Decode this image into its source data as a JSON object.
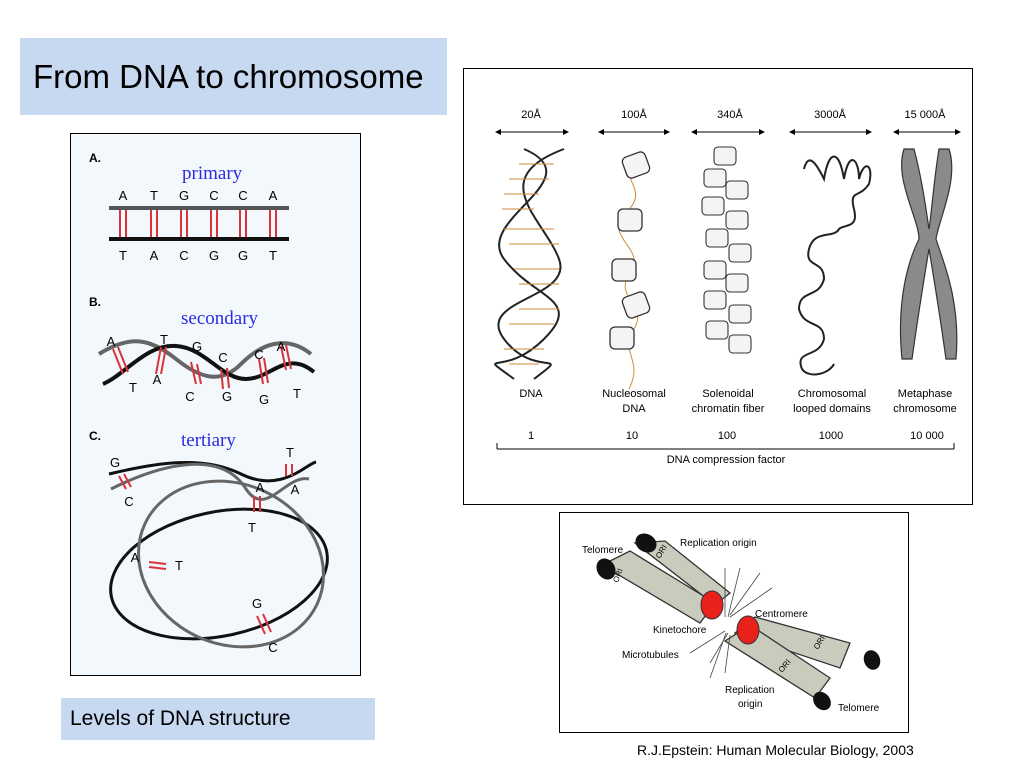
{
  "title": "From DNA to chromosome",
  "caption": "Levels of DNA structure",
  "citation": "R.J.Epstein: Human Molecular Biology, 2003",
  "levels_panel": {
    "primary": {
      "letter": "A.",
      "label": "primary",
      "top_bases": [
        "A",
        "T",
        "G",
        "C",
        "C",
        "A"
      ],
      "bottom_bases": [
        "T",
        "A",
        "C",
        "G",
        "G",
        "T"
      ]
    },
    "secondary": {
      "letter": "B.",
      "label": "secondary",
      "top_bases": [
        "A",
        "T",
        "G",
        "C",
        "C",
        "A"
      ],
      "bottom_bases": [
        "T",
        "A",
        "C",
        "G",
        "G",
        "T"
      ]
    },
    "tertiary": {
      "letter": "C.",
      "label": "tertiary",
      "pairs": [
        [
          "G",
          "C"
        ],
        [
          "T",
          "A"
        ],
        [
          "A",
          "T"
        ],
        [
          "A",
          "T"
        ],
        [
          "G",
          "C"
        ]
      ]
    }
  },
  "compression_panel": {
    "columns": [
      {
        "scale": "20Å",
        "label_line1": "DNA",
        "label_line2": "",
        "factor": "1"
      },
      {
        "scale": "100Å",
        "label_line1": "Nucleosomal",
        "label_line2": "DNA",
        "factor": "10"
      },
      {
        "scale": "340Å",
        "label_line1": "Solenoidal",
        "label_line2": "chromatin fiber",
        "factor": "100"
      },
      {
        "scale": "3000Å",
        "label_line1": "Chromosomal",
        "label_line2": "looped domains",
        "factor": "1000"
      },
      {
        "scale": "15 000Å",
        "label_line1": "Metaphase",
        "label_line2": "chromosome",
        "factor": "10 000"
      }
    ],
    "axis_label": "DNA compression factor"
  },
  "chromosome_panel": {
    "labels": {
      "telomere_left": "Telomere",
      "replication_origin_top": "Replication origin",
      "centromere": "Centromere",
      "kinetochore": "Kinetochore",
      "microtubules": "Microtubules",
      "replication_origin_bottom_1": "Replication",
      "replication_origin_bottom_2": "origin",
      "telomere_right": "Telomere",
      "ori": "ORI"
    }
  },
  "colors": {
    "title_bg": "#c6d9f1",
    "label_blue": "#2a2adf",
    "base_pair_red": "#d9343a",
    "centromere_red": "#e8211b",
    "chromatid_gray": "#c9cbbd"
  }
}
